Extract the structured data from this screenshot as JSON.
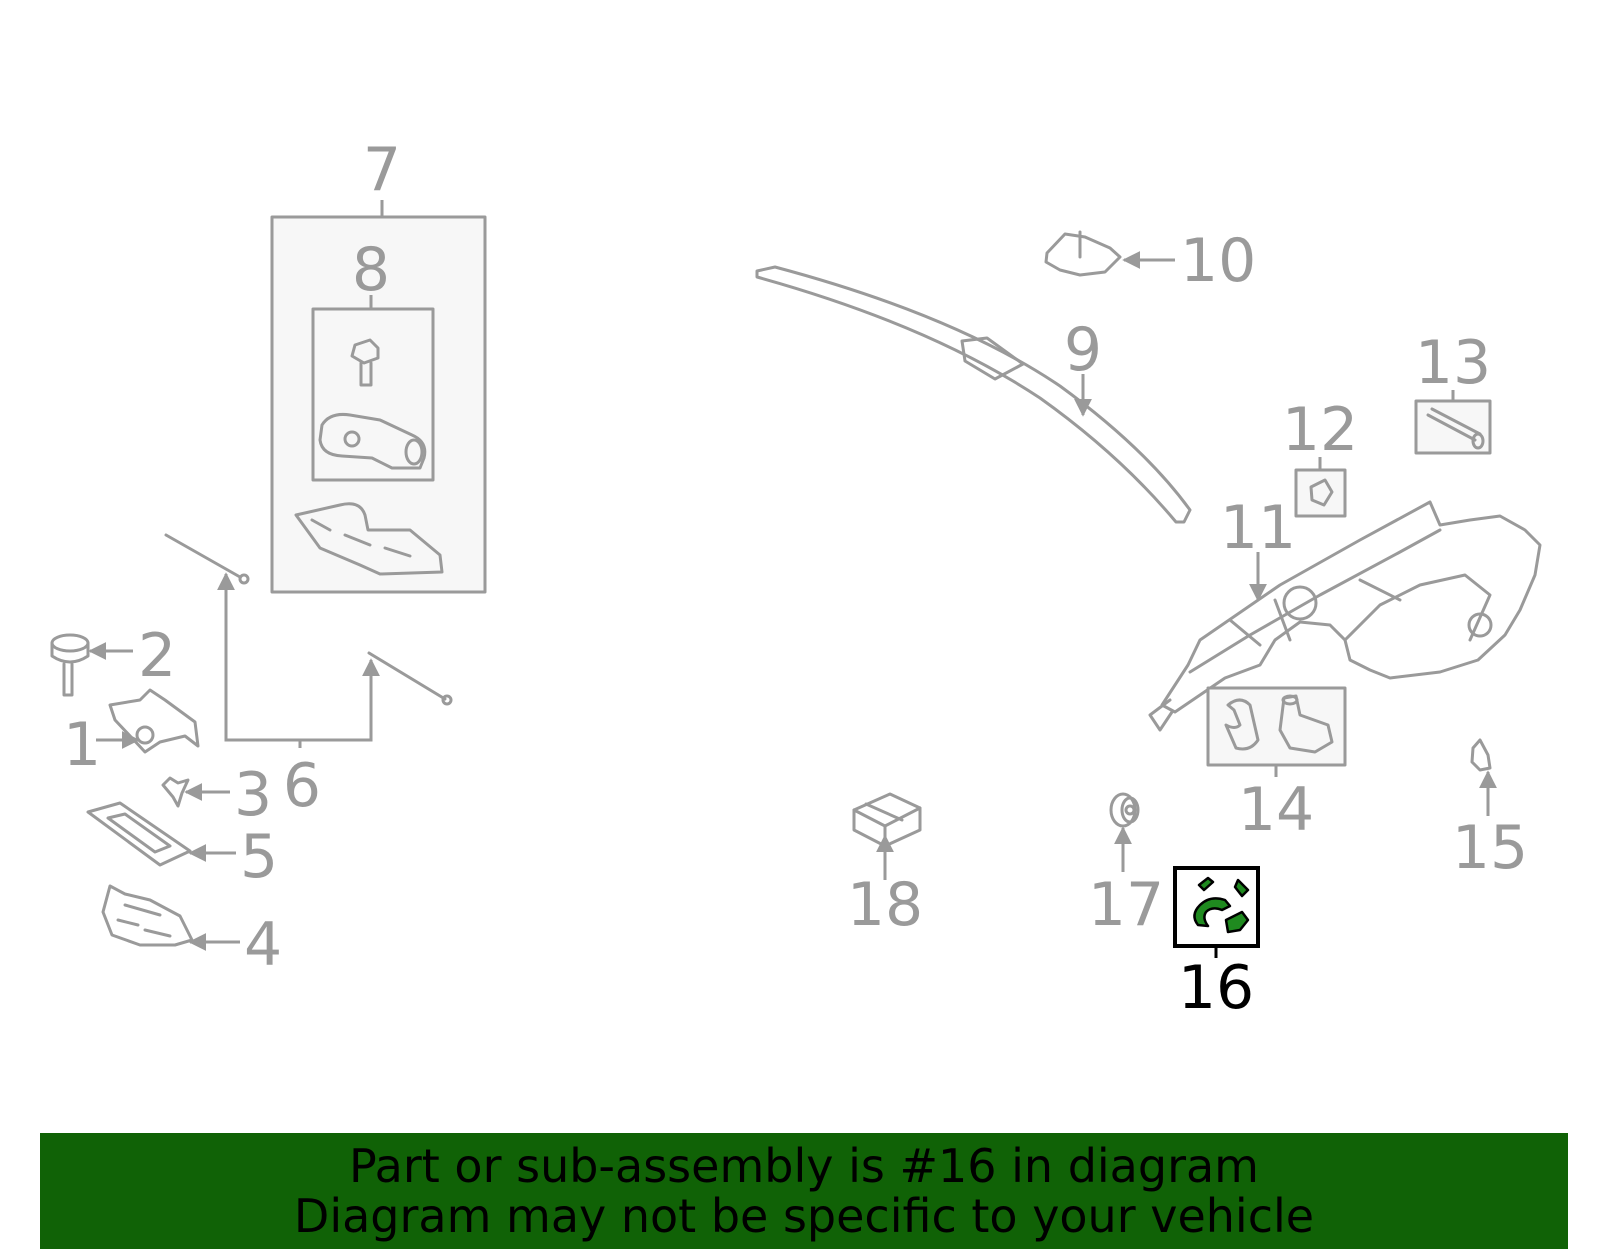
{
  "diagram": {
    "selected_callout": "16",
    "callouts": [
      {
        "id": "1",
        "label": "1"
      },
      {
        "id": "2",
        "label": "2"
      },
      {
        "id": "3",
        "label": "3"
      },
      {
        "id": "4",
        "label": "4"
      },
      {
        "id": "5",
        "label": "5"
      },
      {
        "id": "6",
        "label": "6"
      },
      {
        "id": "7",
        "label": "7"
      },
      {
        "id": "8",
        "label": "8"
      },
      {
        "id": "9",
        "label": "9"
      },
      {
        "id": "10",
        "label": "10"
      },
      {
        "id": "11",
        "label": "11"
      },
      {
        "id": "12",
        "label": "12"
      },
      {
        "id": "13",
        "label": "13"
      },
      {
        "id": "14",
        "label": "14"
      },
      {
        "id": "15",
        "label": "15"
      },
      {
        "id": "16",
        "label": "16"
      },
      {
        "id": "17",
        "label": "17"
      },
      {
        "id": "18",
        "label": "18"
      }
    ],
    "colors": {
      "part_line": "#9a9a9a",
      "selected_label": "#000000",
      "selected_part_fill": "#1f8a1f",
      "banner_bg": "#106206"
    }
  },
  "banner": {
    "line1": "Part or sub-assembly is #16 in diagram",
    "line2": "Diagram may not be specific to your vehicle"
  }
}
